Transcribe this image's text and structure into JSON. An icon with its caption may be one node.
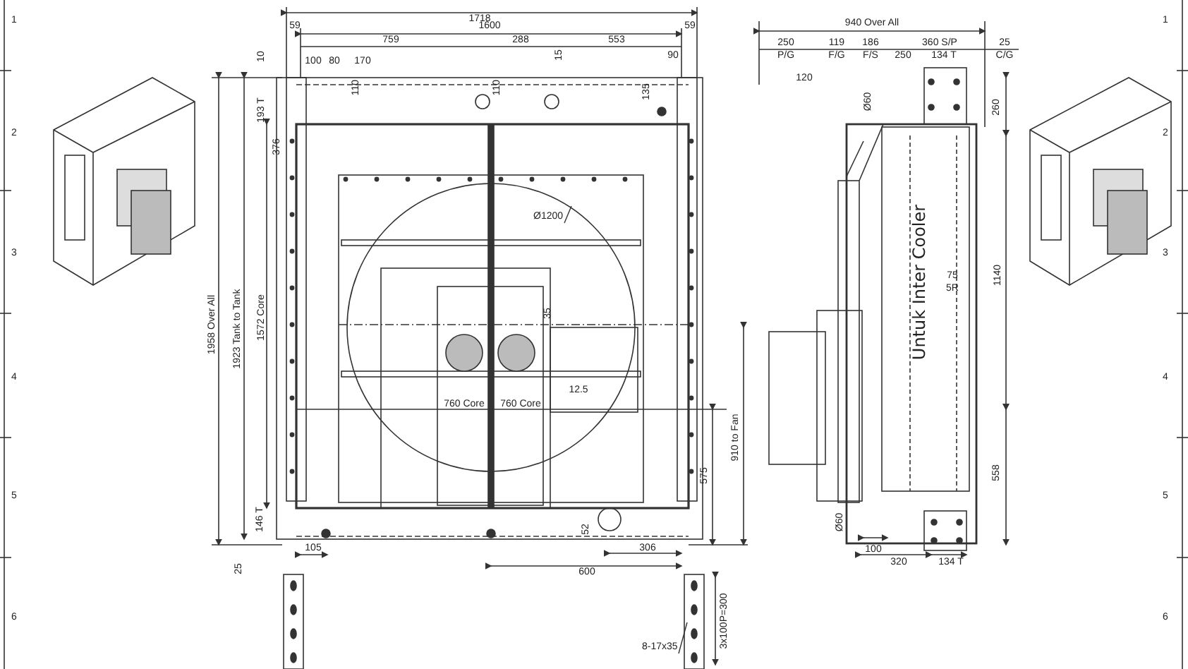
{
  "diagram": {
    "nodes": [
      {
        "text": [
          "Ø1200"
        ]
      },
      {
        "text": [
          "8-17x35"
        ]
      }
    ],
    "edges": [
      {
        "from": 0,
        "to": null,
        "arrow": "none"
      },
      {
        "from": 1,
        "to": null,
        "arrow": "none"
      }
    ],
    "labels": [
      "1718",
      "59",
      "1600",
      "59",
      "759",
      "288",
      "553",
      "10",
      "100",
      "80",
      "170",
      "15",
      "90",
      "110",
      "110",
      "135",
      "193 T",
      "376",
      "1958 Over All",
      "1923 Tank to Tank",
      "1572 Core",
      "35",
      "12.5",
      "760 Core",
      "760 Core",
      "910 to Fan",
      "575",
      "146 T",
      "52",
      "105",
      "306",
      "25",
      "600",
      "3x100P=300",
      "940 Over All",
      "250",
      "119",
      "186",
      "360 S/P",
      "25",
      "P/G",
      "F/G",
      "F/S",
      "250",
      "134 T",
      "C/G",
      "120",
      "Ø60",
      "260",
      "1140",
      "75",
      "5R",
      "Untuk Inter Cooler",
      "558",
      "Ø60",
      "100",
      "320",
      "134 T",
      "1",
      "2",
      "3",
      "4",
      "5",
      "6",
      "1",
      "2",
      "3",
      "4",
      "5",
      "6"
    ]
  }
}
